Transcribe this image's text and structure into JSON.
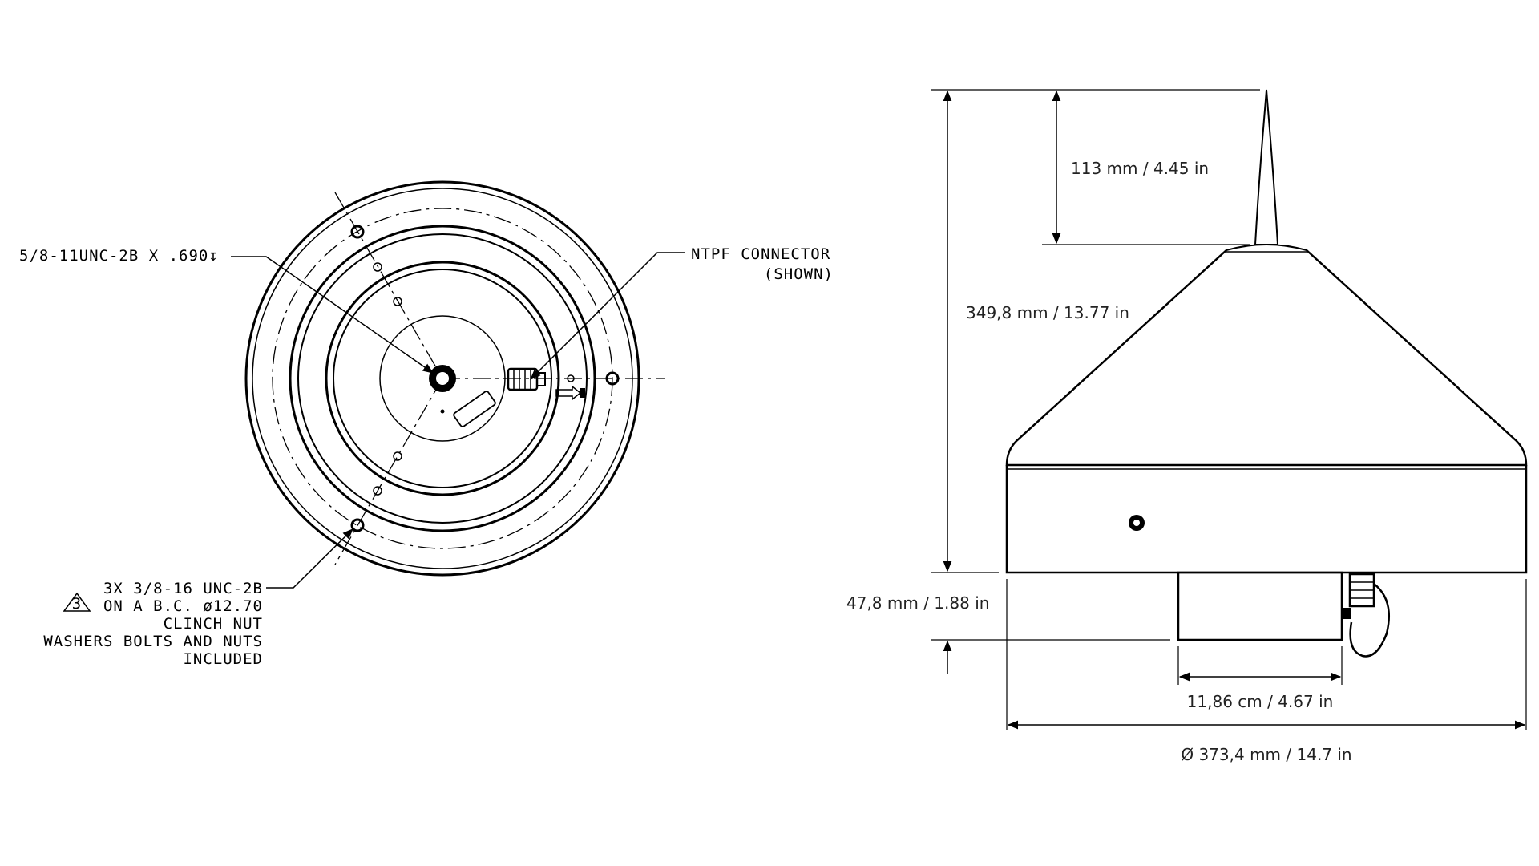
{
  "top_view": {
    "callout_thread": "5/8-11UNC-2B X .690↧",
    "callout_connector": [
      "NTPF CONNECTOR",
      "(SHOWN)"
    ],
    "callout_mount": {
      "delta_marker": "3",
      "lines": [
        "3X 3/8-16 UNC-2B",
        "ON A B.C. ø12.70",
        "CLINCH NUT",
        "WASHERS BOLTS AND NUTS",
        "INCLUDED"
      ]
    }
  },
  "side_view": {
    "dim_spike_height": "113 mm / 4.45 in",
    "dim_total_height": "349,8 mm / 13.77 in",
    "dim_base_height": "47,8 mm / 1.88 in",
    "dim_base_width": "11,86 cm / 4.67 in",
    "dim_diameter": "Ø 373,4 mm / 14.7 in"
  },
  "colors": {
    "line": "#000000",
    "background": "#ffffff",
    "dimension_text": "#222222"
  }
}
